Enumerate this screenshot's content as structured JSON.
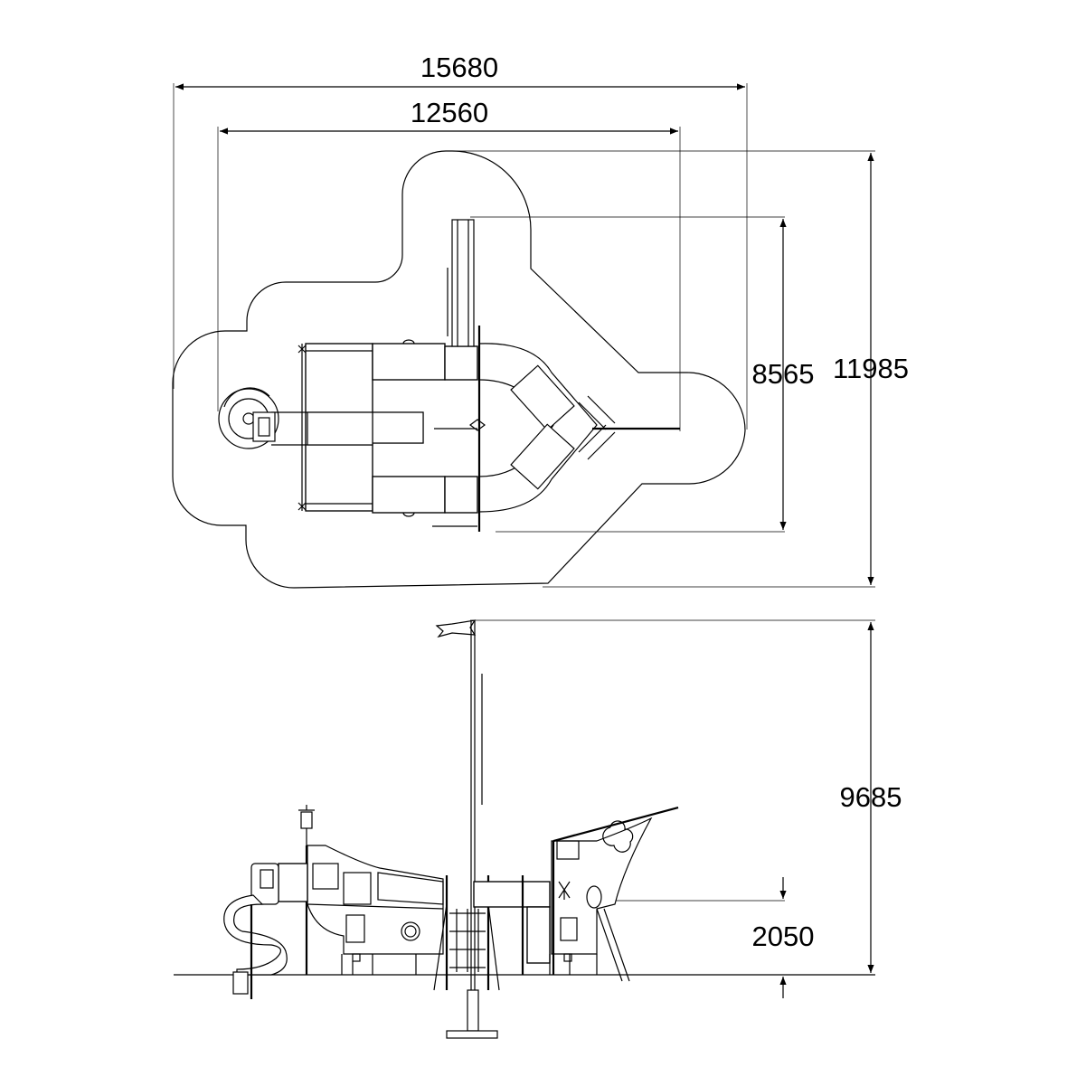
{
  "dimensions": {
    "overall_width": "15680",
    "equipment_width": "12560",
    "equipment_depth": "8565",
    "overall_depth": "11985",
    "total_height": "9685",
    "platform_height": "2050"
  },
  "colors": {
    "line": "#000000",
    "background": "#ffffff"
  }
}
